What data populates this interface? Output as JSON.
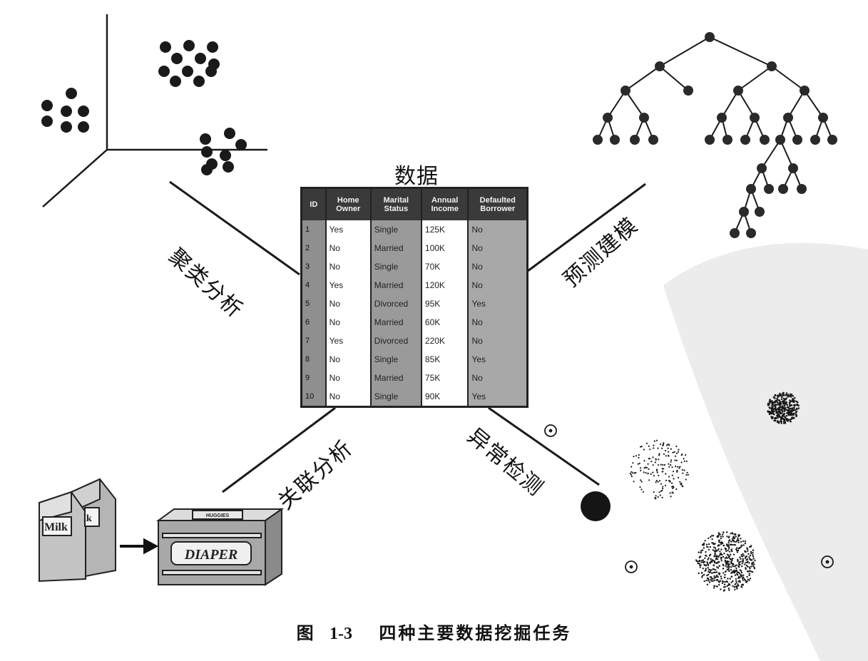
{
  "table_title": "数据",
  "labels": {
    "clustering": "聚类分析",
    "predictive": "预测建模",
    "association": "关联分析",
    "anomaly": "异常检测"
  },
  "table": {
    "headers": [
      "ID",
      "Home Owner",
      "Marital Status",
      "Annual Income",
      "Defaulted Borrower"
    ],
    "rows": [
      [
        "1",
        "Yes",
        "Single",
        "125K",
        "No"
      ],
      [
        "2",
        "No",
        "Married",
        "100K",
        "No"
      ],
      [
        "3",
        "No",
        "Single",
        "70K",
        "No"
      ],
      [
        "4",
        "Yes",
        "Married",
        "120K",
        "No"
      ],
      [
        "5",
        "No",
        "Divorced",
        "95K",
        "Yes"
      ],
      [
        "6",
        "No",
        "Married",
        "60K",
        "No"
      ],
      [
        "7",
        "Yes",
        "Divorced",
        "220K",
        "No"
      ],
      [
        "8",
        "No",
        "Single",
        "85K",
        "Yes"
      ],
      [
        "9",
        "No",
        "Married",
        "75K",
        "No"
      ],
      [
        "10",
        "No",
        "Single",
        "90K",
        "Yes"
      ]
    ]
  },
  "market_basket": {
    "carton_label": "Milk",
    "box_label": "DIAPER",
    "box_top_label": "HUGGIES"
  },
  "caption": {
    "prefix": "图",
    "number": "1-3",
    "text": "四种主要数据挖掘任务"
  },
  "colors": {
    "ink": "#1a1a1a",
    "node": "#2a2a2a",
    "watermark": "#ececec"
  }
}
